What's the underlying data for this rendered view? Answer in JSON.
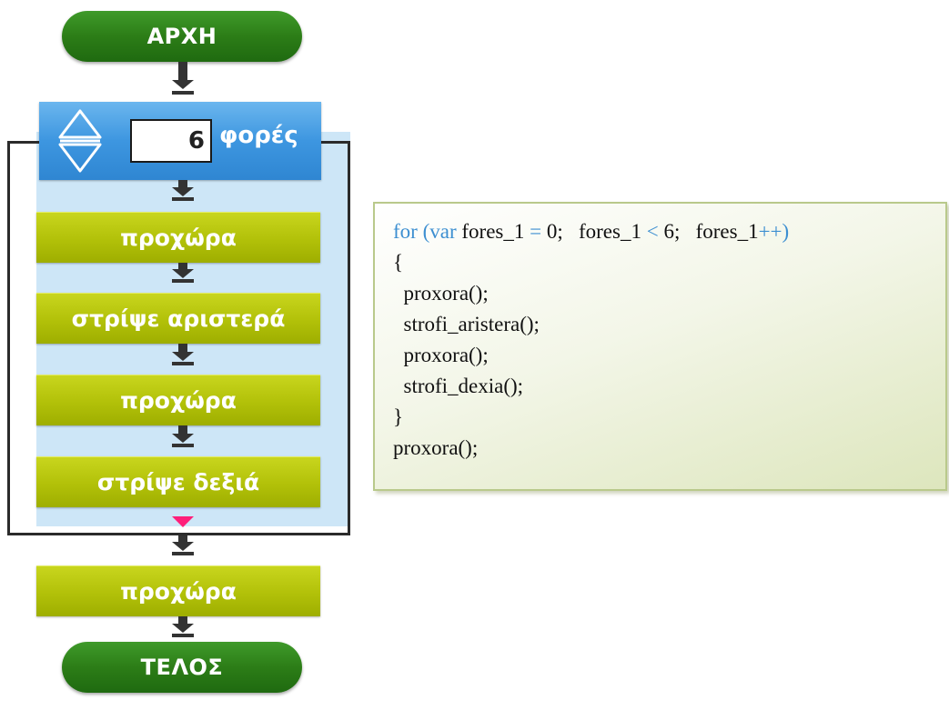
{
  "flowchart": {
    "start_label": "ΑΡΧΗ",
    "end_label": "ΤΕΛΟΣ",
    "loop": {
      "count": "6",
      "unit_label": "φορές"
    },
    "loop_body": [
      {
        "label": "προχώρα"
      },
      {
        "label": "στρίψε αριστερά"
      },
      {
        "label": "προχώρα"
      },
      {
        "label": "στρίψε δεξιά"
      }
    ],
    "after_loop": {
      "label": "προχώρα"
    }
  },
  "code": {
    "line1": {
      "for_kw": "for",
      "paren_open": " (",
      "var_kw": "var",
      "init": " fores_1 ",
      "eq": "=",
      "init_val": " 0;   fores_1 ",
      "lt": "<",
      "cond_val": " 6;   fores_1",
      "inc": "++",
      "paren_close": ")"
    },
    "brace_open": "{",
    "body": [
      "  proxora();",
      "  strofi_aristera();",
      "  proxora();",
      "  strofi_dexia();"
    ],
    "brace_close": "}",
    "tail": "proxora();"
  },
  "colors": {
    "start_end_pill": "#2c7d17",
    "action_block": "#b2c109",
    "loop_header": "#3d96e0",
    "loop_body_bg": "#cde6f7",
    "loop_end_arrow": "#ff1f7a",
    "code_keyword": "#3d8fd1"
  }
}
